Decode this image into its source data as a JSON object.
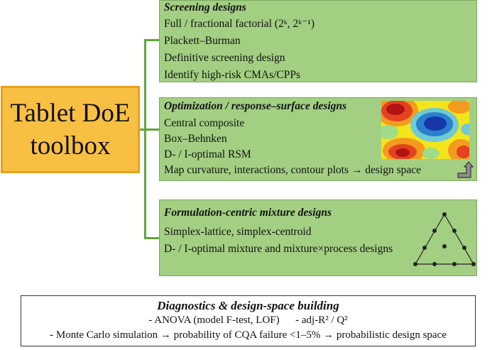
{
  "root": {
    "line1": "Tablet DoE",
    "line2": "toolbox"
  },
  "screening": {
    "title": "Screening designs",
    "items": [
      "Full / fractional factorial (2ᵏ, 2ᵏ⁻¹)",
      "Plackett–Burman",
      "Definitive screening design",
      "Identify high-risk CMAs/CPPs"
    ]
  },
  "optimization": {
    "title": "Optimization / response–surface designs",
    "items": [
      "Central composite",
      "Box–Behnken",
      "D- / I-optimal RSM",
      "Map curvature, interactions, contour plots → design space"
    ]
  },
  "mixture": {
    "title": "Formulation-centric mixture designs",
    "items": [
      "Simplex-lattice, simplex-centroid",
      "D- / I-optimal mixture and mixture×process designs"
    ]
  },
  "diagnostics": {
    "title": "Diagnostics & design-space building",
    "line1": "- ANOVA (model F-test, LOF)      - adj-R² / Q²",
    "line2": "- Monte Carlo simulation → probability of CQA failure <1–5% → probabilistic design space"
  },
  "colors": {
    "root_fill": "#f8c043",
    "box_fill": "#a3cf82",
    "connector": "#5fa53c"
  },
  "icons": {
    "contour": "contour-plot-icon",
    "arrow": "bent-arrow-icon",
    "triangle": "simplex-triangle-icon"
  }
}
